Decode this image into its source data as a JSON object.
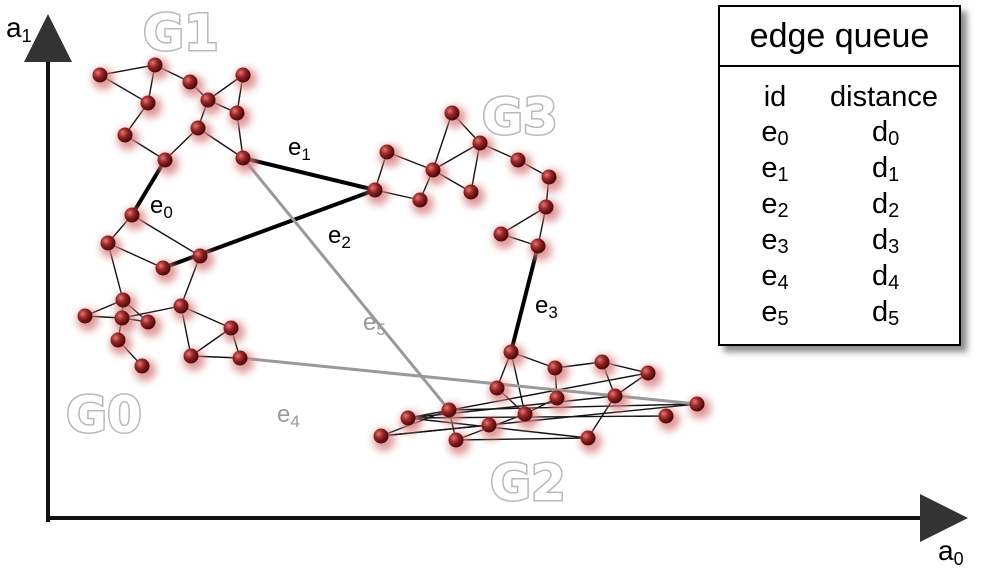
{
  "axes": {
    "x": {
      "label": "a",
      "sub": "0"
    },
    "y": {
      "label": "a",
      "sub": "1"
    }
  },
  "groups": [
    {
      "label": "G1"
    },
    {
      "label": "G3"
    },
    {
      "label": "G0"
    },
    {
      "label": "G2"
    }
  ],
  "edge_labels": [
    {
      "label": "e",
      "sub": "0",
      "color": "#000000"
    },
    {
      "label": "e",
      "sub": "1",
      "color": "#000000"
    },
    {
      "label": "e",
      "sub": "2",
      "color": "#000000"
    },
    {
      "label": "e",
      "sub": "3",
      "color": "#000000"
    },
    {
      "label": "e",
      "sub": "4",
      "color": "#999999"
    },
    {
      "label": "e",
      "sub": "5",
      "color": "#999999"
    }
  ],
  "queue": {
    "title": "edge queue",
    "headers": [
      "id",
      "distance"
    ],
    "rows": [
      {
        "id": "e",
        "id_sub": "0",
        "dist": "d",
        "dist_sub": "0"
      },
      {
        "id": "e",
        "id_sub": "1",
        "dist": "d",
        "dist_sub": "1"
      },
      {
        "id": "e",
        "id_sub": "2",
        "dist": "d",
        "dist_sub": "2"
      },
      {
        "id": "e",
        "id_sub": "3",
        "dist": "d",
        "dist_sub": "3"
      },
      {
        "id": "e",
        "id_sub": "4",
        "dist": "d",
        "dist_sub": "4"
      },
      {
        "id": "e",
        "id_sub": "5",
        "dist": "d",
        "dist_sub": "5"
      }
    ]
  },
  "colors": {
    "node": "#8a1f1f",
    "halo": "#d98080",
    "strong_edge": "#000000",
    "weak_edge": "#999999"
  }
}
